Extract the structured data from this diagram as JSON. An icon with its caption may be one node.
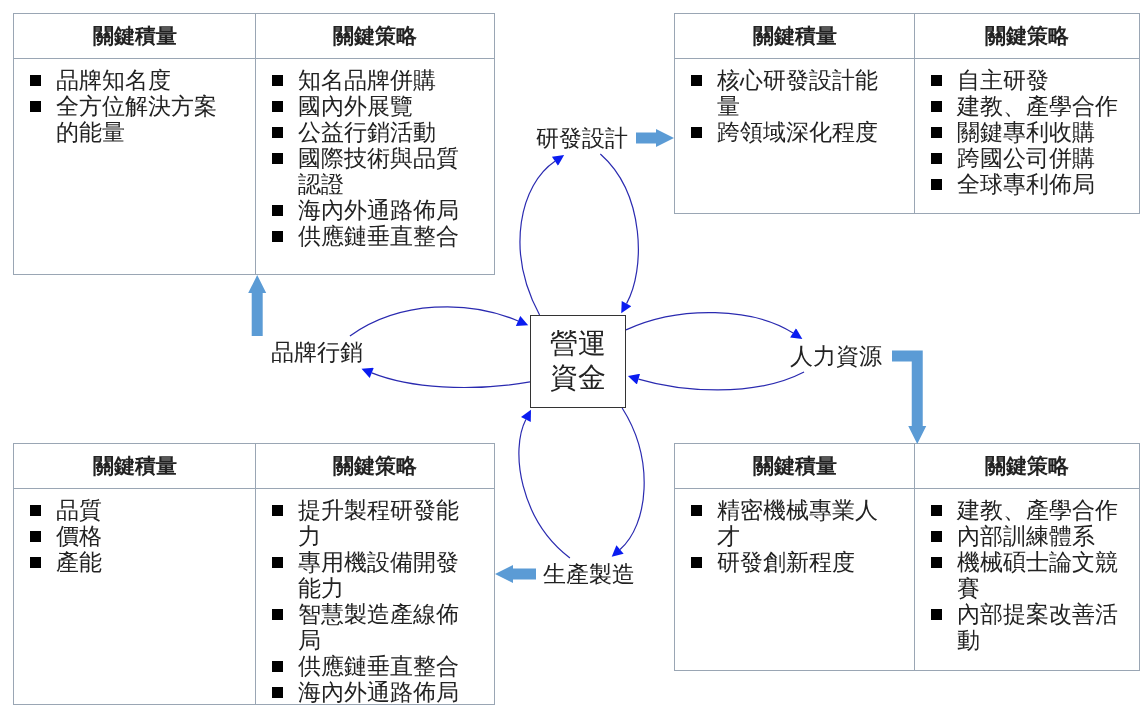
{
  "diagram": {
    "nodes": [
      {
        "text": [],
        "shape": "box"
      },
      {
        "text": [
          "關鍵積量",
          "品牌知名度",
          "全方位解決方案的能量"
        ],
        "in": 0
      },
      {
        "text": [
          "關鍵策略",
          "知名品牌併購",
          "國內外展覽",
          "公益行銷活動",
          "國際技術與品質認證",
          "海內外通路佈局",
          "供應鏈垂直整合"
        ],
        "in": 0
      },
      {
        "text": [],
        "shape": "box"
      },
      {
        "text": [
          "關鍵積量",
          "核心研發設計能量",
          "跨領域深化程度"
        ],
        "in": 3
      },
      {
        "text": [
          "關鍵策略",
          "自主研發",
          "建教、產學合作",
          "關鍵專利收購",
          "跨國公司併購",
          "全球專利佈局"
        ],
        "in": 3
      },
      {
        "text": [
          "研發設計"
        ]
      },
      {
        "text": [
          "品牌行銷"
        ]
      },
      {
        "text": [
          "營運資金"
        ]
      },
      {
        "text": [
          "人力資源"
        ]
      },
      {
        "text": [
          "生產製造"
        ]
      },
      {
        "text": [],
        "shape": "box"
      },
      {
        "text": [
          "關鍵積量",
          "品質",
          "價格",
          "產能"
        ],
        "in": 11
      },
      {
        "text": [
          "關鍵策略",
          "提升製程研發能力",
          "專用機設備開發能力",
          "智慧製造產線佈局",
          "供應鏈垂直整合",
          "海內外通路佈局"
        ],
        "in": 11
      },
      {
        "text": [],
        "shape": "box"
      },
      {
        "text": [
          "關鍵積量",
          "精密機械專業人才",
          "研發創新程度"
        ],
        "in": 14
      },
      {
        "text": [
          "關鍵策略",
          "建教、產學合作",
          "內部訓練體系",
          "機械碩士論文競賽",
          "內部提案改善活動"
        ],
        "in": 14
      }
    ],
    "edges": [
      {
        "from": 8,
        "to": 6,
        "arrow": "to"
      },
      {
        "from": 6,
        "to": 8,
        "arrow": "to"
      },
      {
        "from": 7,
        "to": 8,
        "arrow": "to"
      },
      {
        "from": 8,
        "to": 7,
        "arrow": "to"
      },
      {
        "from": 8,
        "to": 9,
        "arrow": "to"
      },
      {
        "from": 9,
        "to": 8,
        "arrow": "to"
      },
      {
        "from": 10,
        "to": 8,
        "arrow": "to"
      },
      {
        "from": 8,
        "to": 10,
        "arrow": "to"
      },
      {
        "from": 6,
        "to": 3,
        "arrow": "to",
        "style": "thick",
        "color": "#5b9bd5"
      },
      {
        "from": 7,
        "to": 0,
        "arrow": "to",
        "style": "thick",
        "color": "#5b9bd5"
      },
      {
        "from": 9,
        "to": 16,
        "arrow": "to",
        "style": "thick",
        "color": "#5b9bd5"
      },
      {
        "from": 10,
        "to": 11,
        "arrow": "to",
        "style": "thick",
        "color": "#5b9bd5"
      }
    ]
  }
}
